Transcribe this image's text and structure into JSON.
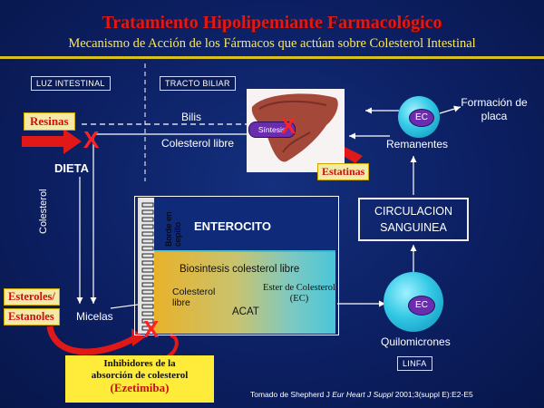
{
  "title": "Tratamiento Hipolipemiante Farmacológico",
  "subtitle": "Mecanismo de Acción de los Fármacos que actúan sobre Colesterol Intestinal",
  "labels": {
    "luz_intestinal": "LUZ INTESTINAL",
    "tracto_biliar": "TRACTO BILIAR",
    "bilis": "Bilis",
    "sintesis": "Síntesis",
    "colesterol_libre_top": "Colesterol libre",
    "ec": "EC",
    "formacion_placa": "Formación de placa",
    "remanentes": "Remanentes",
    "dieta": "DIETA",
    "colesterol_vertical": "Colesterol",
    "borde_en_cepillo": "Borde en cepillo",
    "enterocito": "ENTEROCITO",
    "circulacion": "CIRCULACION SANGUINEA",
    "biosintesis": "Biosintesis colesterol libre",
    "colesterol_libre_cell": "Colesterol libre",
    "ester": "Ester de Colesterol (EC)",
    "acat": "ACAT",
    "micelas": "Micelas",
    "quilomicrones": "Quilomicrones",
    "linfa": "LINFA",
    "ec_quilo": "EC"
  },
  "drugs": {
    "resinas": "Resinas",
    "estatinas": "Estatinas",
    "esteroles": "Esteroles/",
    "estanoles": "Estanoles",
    "inhibidores_line1": "Inhibidores de la",
    "inhibidores_line2": "absorción de colesterol",
    "ezetimiba": "(Ezetimiba)",
    "x_mark": "X"
  },
  "source": {
    "prefix": "Tomado de Shepherd J ",
    "journal": "Eur Heart J Suppl",
    "suffix": " 2001;3(suppl E):E2-E5"
  },
  "colors": {
    "background": "#0c1f62",
    "title": "#e01818",
    "subtitle": "#ffe94a",
    "accent_red": "#ff2020",
    "label_bg": "#f4e9a6",
    "inhibitor_box": "#ffec3a",
    "bubble": "#34c9e6",
    "ec_purple": "#6a2db0"
  }
}
